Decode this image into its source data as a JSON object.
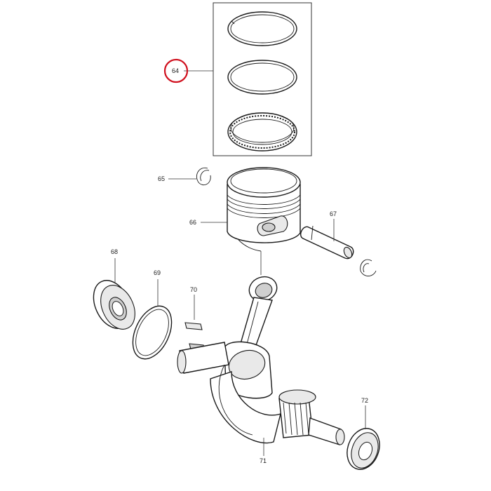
{
  "diagram": {
    "callouts": [
      {
        "id": "64",
        "text": "64",
        "highlighted": true
      },
      {
        "id": "65",
        "text": "65"
      },
      {
        "id": "66",
        "text": "66"
      },
      {
        "id": "67",
        "text": "67"
      },
      {
        "id": "68",
        "text": "68"
      },
      {
        "id": "69",
        "text": "69"
      },
      {
        "id": "70",
        "text": "70"
      },
      {
        "id": "71",
        "text": "71"
      },
      {
        "id": "72",
        "text": "72"
      }
    ],
    "highlight_color": "#d0101e",
    "line_color": "#1a1a1a",
    "background_color": "#ffffff"
  }
}
